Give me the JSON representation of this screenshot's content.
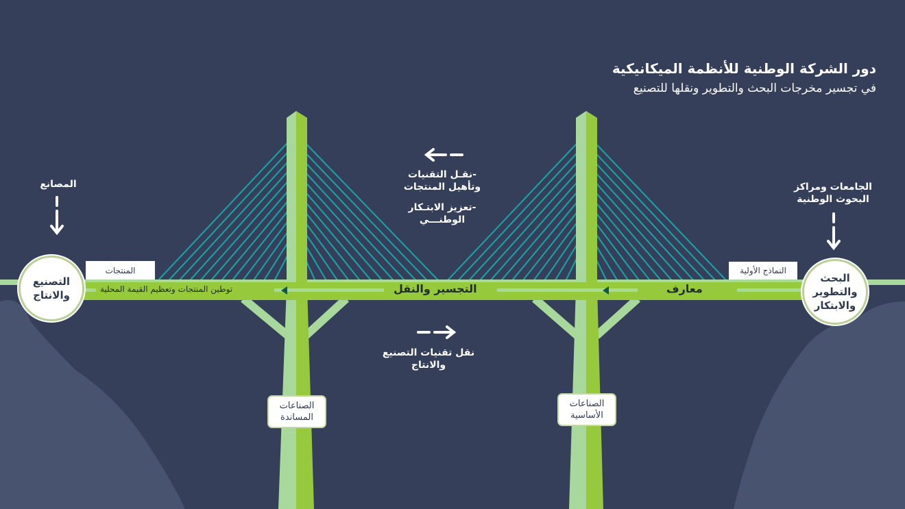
{
  "header": {
    "title": "دور الشركة الوطنية للأنظمة الميكانيكية",
    "subtitle": "في تجسير مخرجات البحث والتطوير ونقلها للتصنيع"
  },
  "nodes": {
    "manufacturing": "التصنيع والانتاج",
    "research": "البحث والتطوير والابتكار"
  },
  "inputs": {
    "factories": "المصانع",
    "universities": "الجامعات ومراكز البحوث الوطنية"
  },
  "tags": {
    "products": "المنتجات",
    "prototypes": "النماذج الأولية"
  },
  "deck": {
    "localization": "توطين المنتجات وتعظيم القيمة المحلية",
    "bridging": "التجسير والنقل",
    "knowledge": "معارف"
  },
  "flows": {
    "leftward_1": "-نقـل التقنيات وتأهيل المنتجات",
    "leftward_2": "-تعزيز الابتـكار الوطنـــي",
    "rightward": "نقل تقنيات التصنيع والانتاج"
  },
  "pillars": {
    "supporting": "الصناعات المساندة",
    "basic": "الصناعات الأساسية"
  },
  "colors": {
    "background": "#353f5a",
    "light_green": "#a8d89b",
    "bright_green": "#97c93d",
    "cable": "#1b9ea3",
    "rock": "#48536f"
  }
}
